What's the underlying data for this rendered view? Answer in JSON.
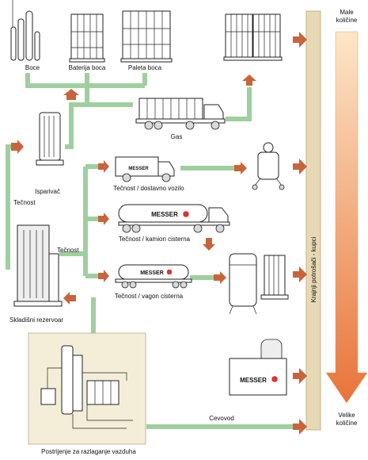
{
  "labels": {
    "boce": "Boce",
    "baterija_boca": "Baterija boca",
    "paleta_boca": "Paleta boca",
    "gas": "Gas",
    "isparivac": "Isparivač",
    "tecnost_left": "Tečnost",
    "tecnost_mid": "Tečnost",
    "dostavno": "Tečnost / dostavno vozilo",
    "kamion": "Tečnost / kamion cisterna",
    "vagon": "Tečnost / vagon cisterna",
    "rezervoar": "Skladišni rezervoar",
    "postrojenje": "Postrijenje za razlaganje vazduha",
    "cevovod": "Cevovod",
    "krajnji": "Krajnji potrošači - kupci",
    "male_line1": "Male",
    "male_line2": "količine",
    "velike_line1": "Velike",
    "velike_line2": "količine"
  },
  "brand": {
    "logo_text": "MESSER"
  },
  "colors": {
    "flow": "#9fcf9f",
    "arrow": "#c8643c",
    "consumer_bar": "#e8d9b5",
    "big_arrow_top": "#fde6c8",
    "big_arrow_bottom": "#e8743a",
    "brand": "#1f3c8c",
    "yard": "#f4eed8"
  }
}
